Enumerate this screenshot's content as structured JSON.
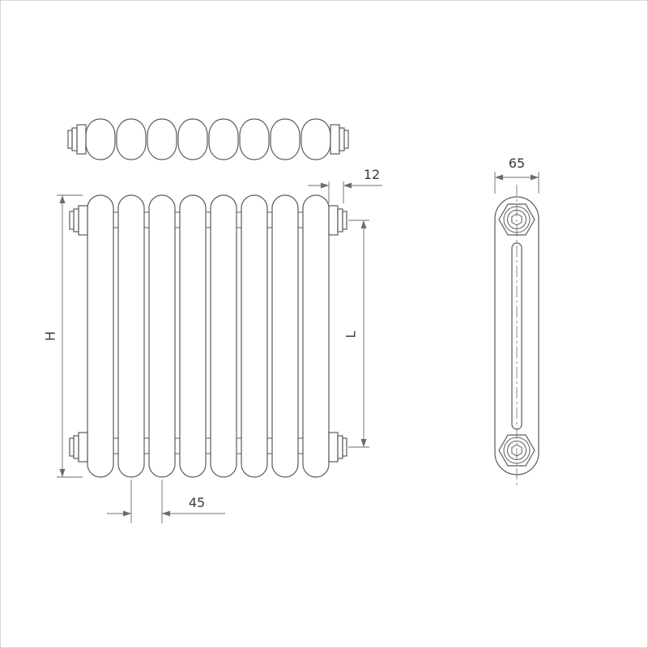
{
  "drawing": {
    "labels": {
      "height": "H",
      "axis_length": "L",
      "section_spacing": "45",
      "connection_offset": "12",
      "depth": "65"
    },
    "colors": {
      "line": "#5b5b5b",
      "dimension": "#6b6b6b",
      "text": "#3a3a3a",
      "background": "#ffffff"
    }
  }
}
